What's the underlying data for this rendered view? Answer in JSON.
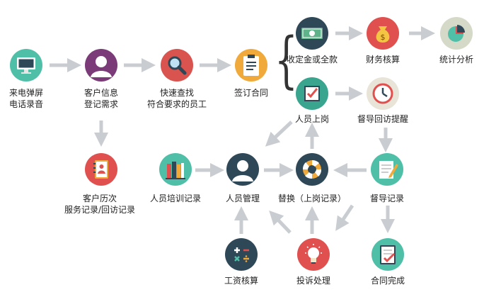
{
  "nodes": {
    "incoming": {
      "line1": "来电弹屏",
      "line2": "电话录音",
      "icon": "monitor-icon",
      "color": "#4fbfa8"
    },
    "customer_info": {
      "line1": "客户信息",
      "line2": "登记需求",
      "icon": "person-icon",
      "color": "#7b3a78"
    },
    "search": {
      "line1": "快速查找",
      "line2": "符合要求的员工",
      "icon": "magnifier-icon",
      "color": "#d9534f"
    },
    "contract": {
      "line1": "签订合同",
      "icon": "clipboard-icon",
      "color": "#f0a93b"
    },
    "payment": {
      "line1": "收定金或全款",
      "icon": "banknote-icon",
      "color": "#2f4858"
    },
    "finance": {
      "line1": "财务核算",
      "icon": "money-bag-icon",
      "color": "#e0504f"
    },
    "stats": {
      "line1": "统计分析",
      "icon": "pie-chart-icon",
      "color": "#d5d9c8"
    },
    "onboard": {
      "line1": "人员上岗",
      "icon": "checklist-icon",
      "color": "#3aa58f"
    },
    "reminder": {
      "line1": "督导回访提醒",
      "icon": "clock-icon",
      "color": "#e9e4d8"
    },
    "history": {
      "line1": "客户历次",
      "line2": "服务记录/回访记录",
      "icon": "address-book-icon",
      "color": "#e0504f"
    },
    "training": {
      "line1": "人员培训记录",
      "icon": "books-icon",
      "color": "#4fbfa8"
    },
    "staff_mgmt": {
      "line1": "人员管理",
      "icon": "person-icon",
      "color": "#2f4858"
    },
    "replace": {
      "line1": "替换（上岗记录）",
      "icon": "lifebuoy-icon",
      "color": "#2f4858"
    },
    "supervision": {
      "line1": "督导记录",
      "icon": "notepad-pencil-icon",
      "color": "#4fbfa8"
    },
    "salary": {
      "line1": "工资核算",
      "icon": "calculator-icon",
      "color": "#2f4858"
    },
    "complaint": {
      "line1": "投诉处理",
      "icon": "lightbulb-icon",
      "color": "#e0504f"
    },
    "complete": {
      "line1": "合同完成",
      "icon": "contract-done-icon",
      "color": "#4fbfa8"
    }
  },
  "arrow_color": "#c9cdd1"
}
